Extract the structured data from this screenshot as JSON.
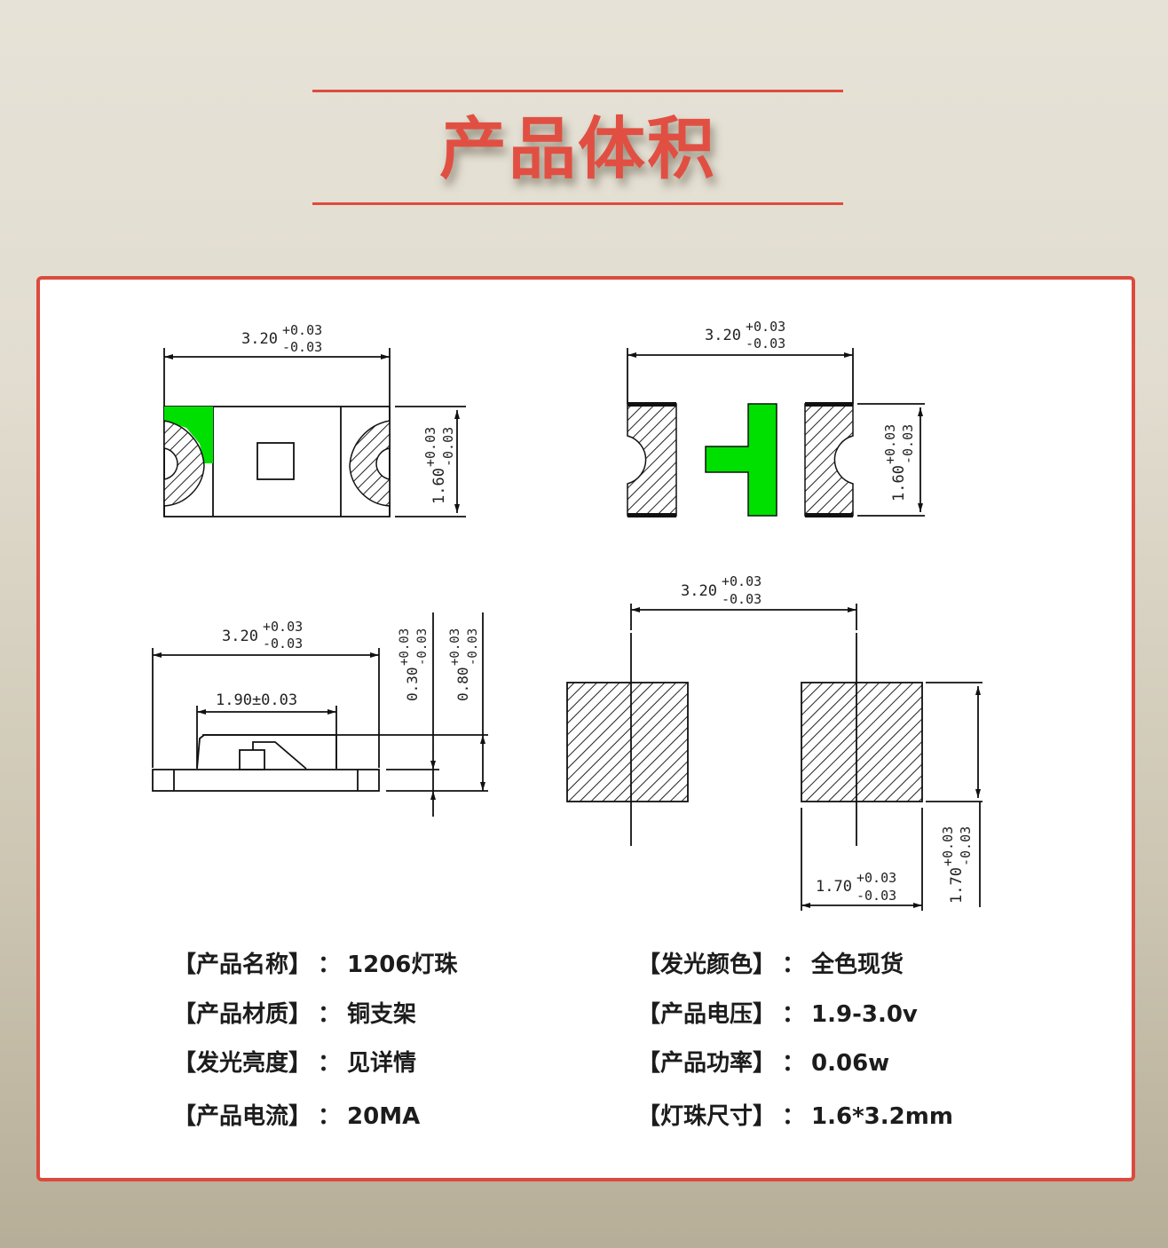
{
  "header": {
    "title": "产品体积",
    "accent_color": "#de4b3f"
  },
  "drawings": {
    "top_view": {
      "width_dim": "3.20",
      "width_tol_plus": "+0.03",
      "width_tol_minus": "-0.03",
      "height_dim": "1.60",
      "height_tol_plus": "+0.03",
      "height_tol_minus": "-0.03",
      "marker_color": "#00e000"
    },
    "bottom_view": {
      "width_dim": "3.20",
      "width_tol_plus": "+0.03",
      "width_tol_minus": "-0.03",
      "height_dim": "1.60",
      "height_tol_plus": "+0.03",
      "height_tol_minus": "-0.03",
      "pad_color": "#00e000"
    },
    "side_view": {
      "width_dim": "3.20",
      "width_tol_plus": "+0.03",
      "width_tol_minus": "-0.03",
      "inner_dim": "1.90±0.03",
      "thickness_base": "0.30",
      "thickness_base_tol_plus": "+0.03",
      "thickness_base_tol_minus": "-0.03",
      "thickness_total": "0.80",
      "thickness_total_tol_plus": "+0.03",
      "thickness_total_tol_minus": "-0.03"
    },
    "footprint": {
      "pitch_dim": "3.20",
      "pitch_tol_plus": "+0.03",
      "pitch_tol_minus": "-0.03",
      "pad_width_dim": "1.70",
      "pad_width_tol_plus": "+0.03",
      "pad_width_tol_minus": "-0.03",
      "pad_height_dim": "1.70",
      "pad_height_tol_plus": "+0.03",
      "pad_height_tol_minus": "-0.03"
    }
  },
  "specs": {
    "left": [
      {
        "label": "【产品名称】",
        "sep": "：",
        "value": "1206灯珠"
      },
      {
        "label": "【产品材质】",
        "sep": "：",
        "value": "铜支架"
      },
      {
        "label": "【发光亮度】",
        "sep": "：",
        "value": "见详情"
      },
      {
        "label": "【产品电流】",
        "sep": "：",
        "value": "20MA"
      }
    ],
    "right": [
      {
        "label": "【发光颜色】",
        "sep": "：",
        "value": "全色现货"
      },
      {
        "label": "【产品电压】",
        "sep": "：",
        "value": "1.9-3.0v"
      },
      {
        "label": "【产品功率】",
        "sep": "：",
        "value": "0.06w"
      },
      {
        "label": "【灯珠尺寸】",
        "sep": "：",
        "value": "1.6*3.2mm"
      }
    ]
  }
}
